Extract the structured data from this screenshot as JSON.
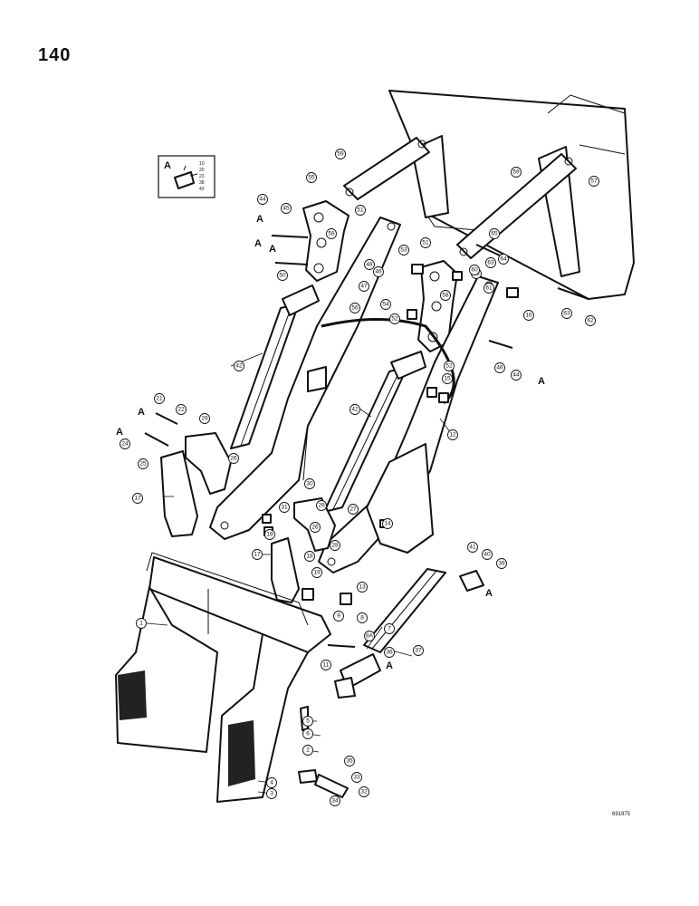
{
  "page": {
    "number": "140",
    "drawing_code": "691975"
  },
  "inset": {
    "label": "A",
    "codes": [
      "10",
      "20",
      "23",
      "38",
      "43"
    ]
  },
  "reference_label": "A",
  "callouts": [
    "1",
    "2",
    "3",
    "4",
    "5",
    "6",
    "7",
    "8",
    "8A",
    "9",
    "11",
    "12",
    "13",
    "14",
    "15",
    "16",
    "17",
    "17",
    "18",
    "18",
    "19",
    "21",
    "22",
    "24",
    "25",
    "26",
    "26",
    "27",
    "28",
    "29",
    "29",
    "30",
    "31",
    "32",
    "33",
    "34",
    "35",
    "36",
    "37",
    "39",
    "40",
    "41",
    "42",
    "42",
    "44",
    "44",
    "45",
    "46",
    "46",
    "47",
    "48",
    "50",
    "51",
    "51",
    "52",
    "52",
    "53",
    "53",
    "54",
    "55",
    "56",
    "57",
    "58",
    "58",
    "59",
    "59",
    "60",
    "61",
    "62",
    "63",
    "63",
    "64",
    "65"
  ]
}
